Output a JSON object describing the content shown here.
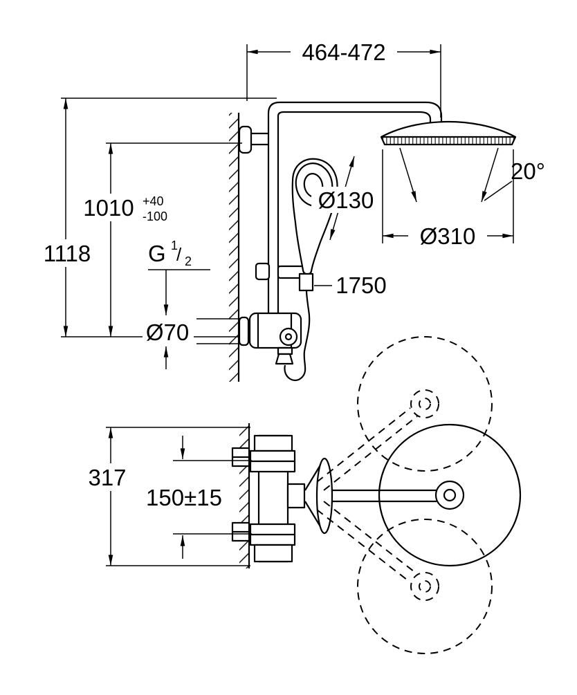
{
  "colors": {
    "ink": "#000000",
    "paper": "#ffffff"
  },
  "labels": {
    "width_range": "464-472",
    "overall_height": "1118",
    "install_height": "1010",
    "install_tol_plus": "+40",
    "install_tol_minus": "-100",
    "thread_letter": "G",
    "thread_num": "1",
    "thread_slash": "/",
    "thread_den": "2",
    "escutcheon_dia": "Ø70",
    "hand_shower_dia": "Ø130",
    "swivel_angle": "20°",
    "head_dia": "Ø310",
    "hose_length": "1750",
    "depth": "317",
    "center_distance": "150±15"
  }
}
